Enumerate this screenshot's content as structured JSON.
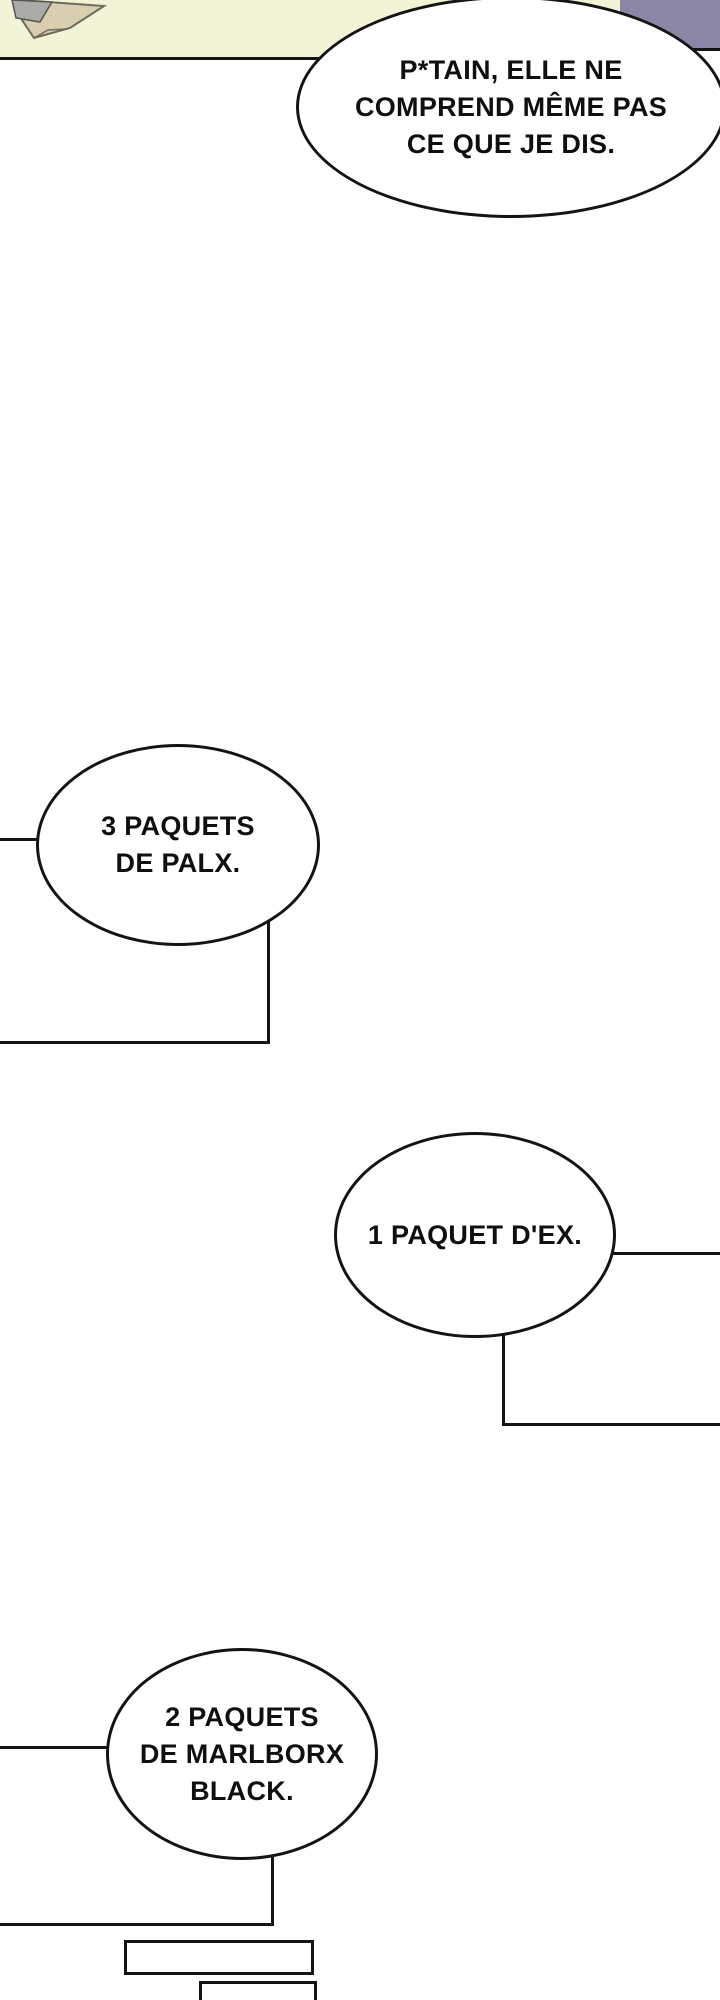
{
  "colors": {
    "ink": "#141414",
    "cream": "#f3f3d8",
    "purple": "#8a86a6"
  },
  "top_panel": {
    "description": "partial comic panel strip cut off at top of page"
  },
  "speech_bubbles": [
    {
      "id": "bubble-1",
      "lines": [
        "P*TAIN, ELLE NE",
        "COMPREND MÊME PAS",
        "CE QUE JE DIS."
      ]
    },
    {
      "id": "bubble-2",
      "lines": [
        "3 PAQUETS",
        "DE PALX."
      ]
    },
    {
      "id": "bubble-3",
      "lines": [
        "1 PAQUET D'EX."
      ]
    },
    {
      "id": "bubble-4",
      "lines": [
        "2 PAQUETS",
        "DE MARLBORX",
        "BLACK."
      ]
    }
  ]
}
